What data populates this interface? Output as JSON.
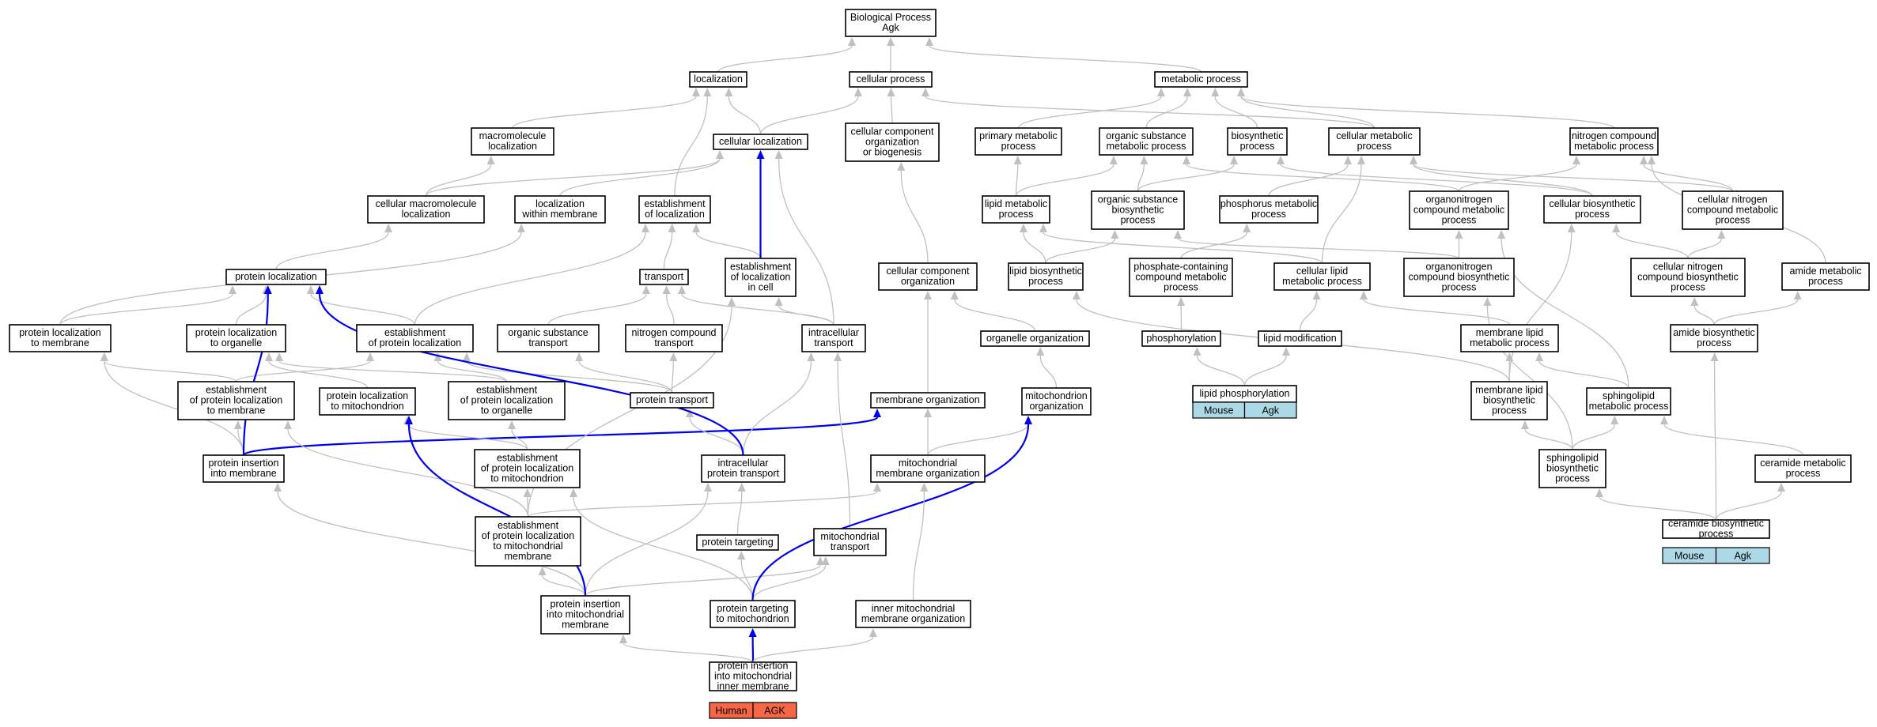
{
  "nodes": {
    "root": [
      "Biological Process",
      "Agk"
    ],
    "localization": [
      "localization"
    ],
    "cellular_process": [
      "cellular process"
    ],
    "metabolic_process": [
      "metabolic process"
    ],
    "macromolecule_localization": [
      "macromolecule",
      "localization"
    ],
    "cellular_localization": [
      "cellular localization"
    ],
    "ccob": [
      "cellular component",
      "organization",
      "or biogenesis"
    ],
    "primary_metabolic": [
      "primary metabolic",
      "process"
    ],
    "organic_substance_metabolic": [
      "organic substance",
      "metabolic process"
    ],
    "biosynthetic_process": [
      "biosynthetic",
      "process"
    ],
    "cellular_metabolic": [
      "cellular metabolic",
      "process"
    ],
    "nitrogen_compound_metabolic": [
      "nitrogen compound",
      "metabolic process"
    ],
    "cellular_macromolecule_localization": [
      "cellular macromolecule",
      "localization"
    ],
    "localization_within_membrane": [
      "localization",
      "within membrane"
    ],
    "establishment_of_localization": [
      "establishment",
      "of localization"
    ],
    "lipid_metabolic": [
      "lipid metabolic",
      "process"
    ],
    "organic_substance_biosynthetic": [
      "organic substance",
      "biosynthetic",
      "process"
    ],
    "phosphorus_metabolic": [
      "phosphorus metabolic",
      "process"
    ],
    "organonitrogen_metabolic": [
      "organonitrogen",
      "compound metabolic",
      "process"
    ],
    "cellular_biosynthetic": [
      "cellular biosynthetic",
      "process"
    ],
    "cellular_nitrogen_metabolic": [
      "cellular nitrogen",
      "compound metabolic",
      "process"
    ],
    "protein_localization": [
      "protein localization"
    ],
    "transport": [
      "transport"
    ],
    "establishment_localization_in_cell": [
      "establishment",
      "of localization",
      "in cell"
    ],
    "cellular_component_organization": [
      "cellular component",
      "organization"
    ],
    "lipid_biosynthetic": [
      "lipid biosynthetic",
      "process"
    ],
    "phosphate_containing": [
      "phosphate-containing",
      "compound metabolic",
      "process"
    ],
    "cellular_lipid_metabolic": [
      "cellular lipid",
      "metabolic process"
    ],
    "organonitrogen_biosynthetic": [
      "organonitrogen",
      "compound biosynthetic",
      "process"
    ],
    "cellular_nitrogen_biosynthetic": [
      "cellular nitrogen",
      "compound biosynthetic",
      "process"
    ],
    "amide_metabolic": [
      "amide metabolic",
      "process"
    ],
    "protein_localization_to_membrane": [
      "protein localization",
      "to membrane"
    ],
    "protein_localization_to_organelle": [
      "protein localization",
      "to organelle"
    ],
    "establishment_protein_localization": [
      "establishment",
      "of protein localization"
    ],
    "organic_substance_transport": [
      "organic substance",
      "transport"
    ],
    "nitrogen_compound_transport": [
      "nitrogen compound",
      "transport"
    ],
    "intracellular_transport": [
      "intracellular",
      "transport"
    ],
    "organelle_organization": [
      "organelle organization"
    ],
    "phosphorylation": [
      "phosphorylation"
    ],
    "lipid_modification": [
      "lipid modification"
    ],
    "membrane_lipid_metabolic": [
      "membrane lipid",
      "metabolic process"
    ],
    "amide_biosynthetic": [
      "amide biosynthetic",
      "process"
    ],
    "establishment_protein_localization_to_membrane": [
      "establishment",
      "of protein localization",
      "to membrane"
    ],
    "protein_localization_to_mitochondrion": [
      "protein localization",
      "to mitochondrion"
    ],
    "establishment_protein_localization_to_organelle": [
      "establishment",
      "of protein localization",
      "to organelle"
    ],
    "protein_transport": [
      "protein transport"
    ],
    "membrane_organization": [
      "membrane organization"
    ],
    "mitochondrion_organization": [
      "mitochondrion",
      "organization"
    ],
    "lipid_phosphorylation": [
      "lipid phosphorylation"
    ],
    "membrane_lipid_biosynthetic": [
      "membrane lipid",
      "biosynthetic",
      "process"
    ],
    "sphingolipid_metabolic": [
      "sphingolipid",
      "metabolic process"
    ],
    "protein_insertion_into_membrane": [
      "protein insertion",
      "into membrane"
    ],
    "establishment_protein_localization_to_mitochondrion": [
      "establishment",
      "of protein localization",
      "to mitochondrion"
    ],
    "intracellular_protein_transport": [
      "intracellular",
      "protein transport"
    ],
    "mitochondrial_membrane_organization": [
      "mitochondrial",
      "membrane organization"
    ],
    "sphingolipid_biosynthetic": [
      "sphingolipid",
      "biosynthetic",
      "process"
    ],
    "ceramide_metabolic": [
      "ceramide metabolic",
      "process"
    ],
    "establishment_protein_localization_to_mito_membrane": [
      "establishment",
      "of protein localization",
      "to mitochondrial",
      "membrane"
    ],
    "protein_targeting": [
      "protein targeting"
    ],
    "mitochondrial_transport": [
      "mitochondrial",
      "transport"
    ],
    "ceramide_biosynthetic": [
      "ceramide biosynthetic",
      "process"
    ],
    "protein_insertion_into_mito_membrane": [
      "protein insertion",
      "into mitochondrial",
      "membrane"
    ],
    "protein_targeting_to_mitochondrion": [
      "protein targeting",
      "to mitochondrion"
    ],
    "inner_mitochondrial_membrane_organization": [
      "inner mitochondrial",
      "membrane organization"
    ],
    "protein_insertion_inner_membrane": [
      "protein insertion",
      "into mitochondrial",
      "inner membrane"
    ]
  },
  "annotations": {
    "lipid_phosphorylation": {
      "species": "Mouse",
      "gene": "Agk"
    },
    "ceramide_biosynthetic": {
      "species": "Mouse",
      "gene": "Agk"
    },
    "protein_insertion_inner_membrane": {
      "species": "Human",
      "gene": "AGK"
    }
  },
  "colors": {
    "mouse_tag": "#add8e6",
    "human_tag": "#f56747",
    "edge_gray": "#c0c0c0",
    "edge_blue": "#0000ee",
    "node_border": "#000000"
  }
}
